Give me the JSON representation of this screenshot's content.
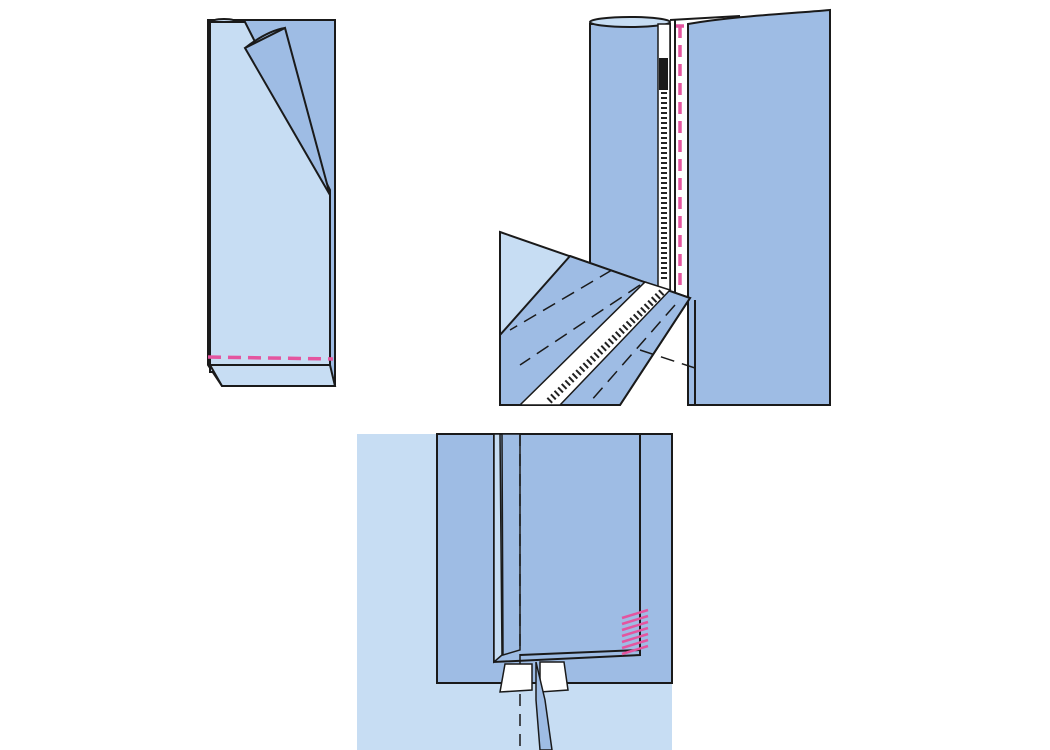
{
  "colors": {
    "background": "#ffffff",
    "fabric_light": "#c7ddf3",
    "fabric_mid": "#9ebce4",
    "fabric_dark": "#8fb0db",
    "outline": "#1a1a1a",
    "zipper_tape": "#ffffff",
    "zipper_teeth": "#222222",
    "stitch_pink": "#e4559f",
    "stitch_black": "#1a1a1a"
  },
  "figures": [
    {
      "id": "step-1",
      "description_icon": "folded-sleeve-hem-icon"
    },
    {
      "id": "step-2",
      "description_icon": "zipper-insert-icon"
    },
    {
      "id": "step-3",
      "description_icon": "finished-zipper-opening-icon"
    }
  ]
}
